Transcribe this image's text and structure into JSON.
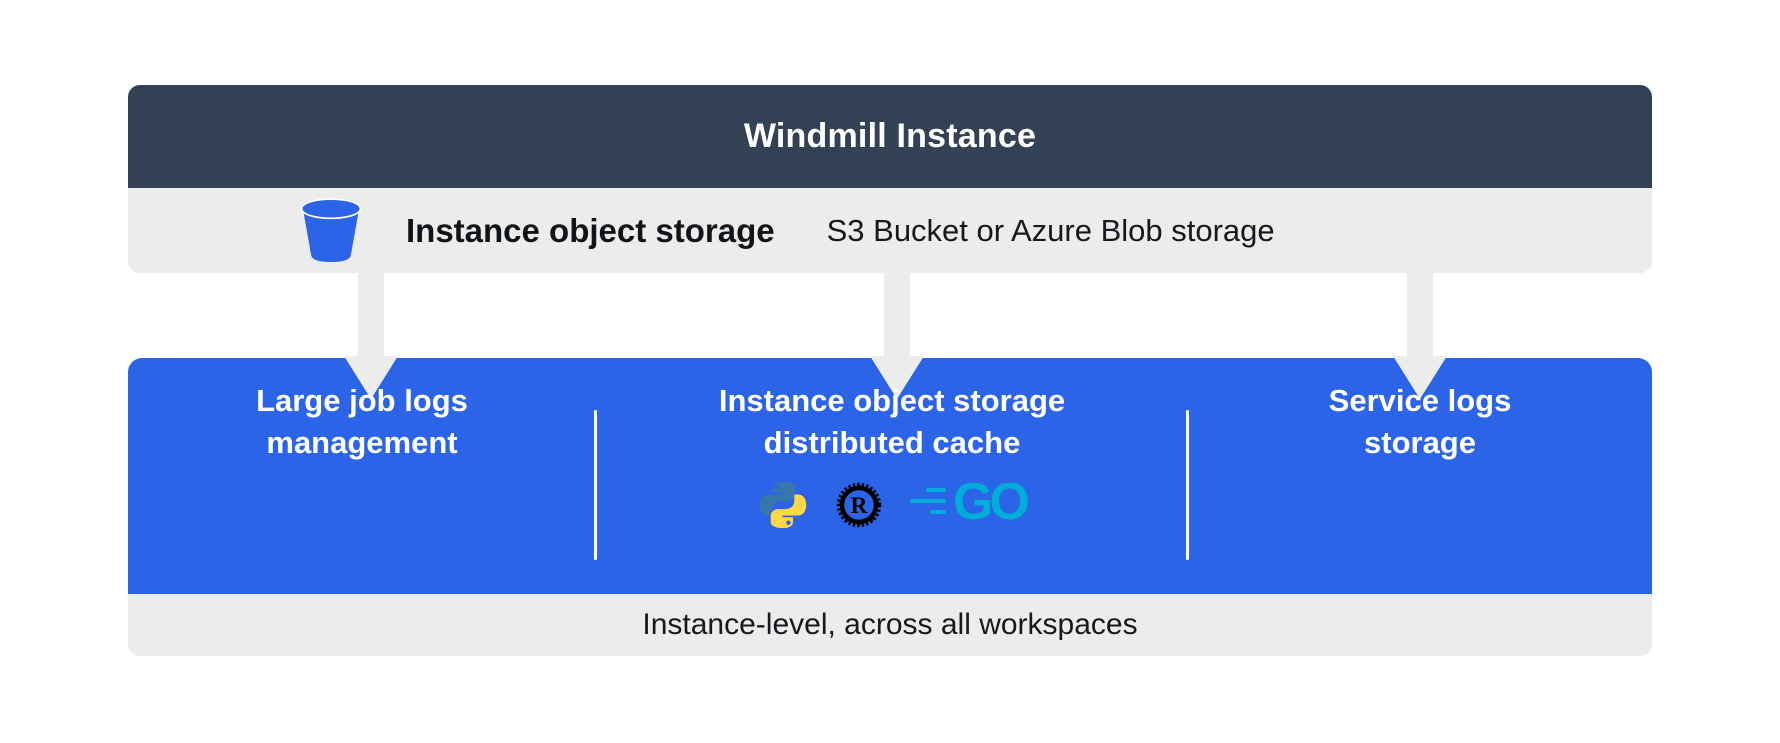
{
  "header": {
    "title": "Windmill Instance",
    "bg_color": "#334155",
    "text_color": "#ffffff"
  },
  "storage_bar": {
    "bg_color": "#ececeb",
    "bucket_icon_color": "#2c64e8",
    "label": "Instance object storage",
    "detail": "S3 Bucket or Azure Blob storage"
  },
  "arrows": {
    "count": 3,
    "color": "#ececeb",
    "direction": "down"
  },
  "main_box": {
    "bg_color": "#2c64e8",
    "text_color": "#ffffff",
    "sections": [
      {
        "title": "Large job logs\nmanagement"
      },
      {
        "title": "Instance object storage\ndistributed cache",
        "languages": [
          {
            "name": "python",
            "colors": {
              "blue": "#3776AB",
              "yellow": "#FFD845"
            }
          },
          {
            "name": "rust",
            "letter": "R",
            "color": "#000000"
          },
          {
            "name": "go",
            "label": "GO",
            "color": "#00ADD8"
          }
        ]
      },
      {
        "title": "Service logs\nstorage"
      }
    ]
  },
  "footer": {
    "bg_color": "#ececeb",
    "label": "Instance-level, across all workspaces"
  }
}
